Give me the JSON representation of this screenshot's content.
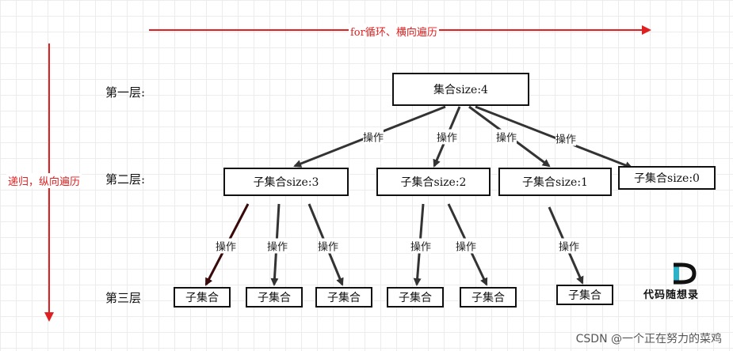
{
  "top_arrow_label": "for循环、横向遍历",
  "side_arrow_label": "递归，纵向遍历",
  "levels": [
    "第一层:",
    "第二层:",
    "第三层"
  ],
  "root": "集合size:4",
  "level2": [
    "子集合size:3",
    "子集合size:2",
    "子集合size:1",
    "子集合size:0"
  ],
  "level3": [
    "子集合",
    "子集合",
    "子集合",
    "子集合",
    "子集合",
    "子集合"
  ],
  "edge_label": "操作",
  "logo_text": "代码随想录",
  "watermark": "CSDN @一个正在努力的菜鸡",
  "colors": {
    "red": "#e02020",
    "edge": "#333333",
    "highlight": "#3a0a0a"
  }
}
